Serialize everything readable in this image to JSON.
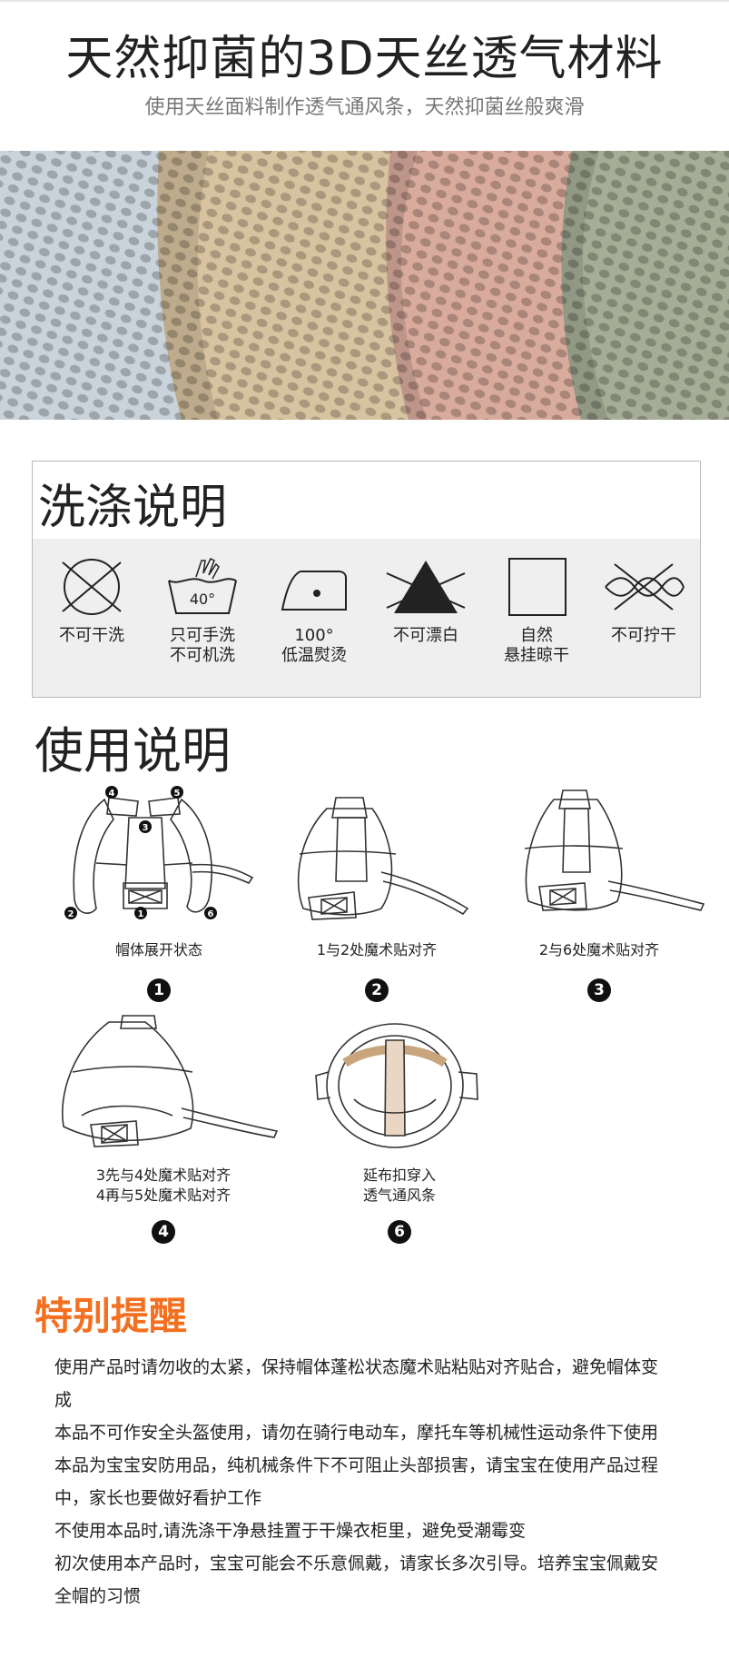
{
  "header": {
    "title": "天然抑菌的3D天丝透气材料",
    "subtitle": "使用天丝面料制作透气通风条，天然抑菌丝般爽滑"
  },
  "fabric": {
    "colors": [
      "#c9d3db",
      "#d8c3a0",
      "#d9ab9c",
      "#a6ad96"
    ]
  },
  "washing": {
    "title": "洗涤说明",
    "items": [
      {
        "icon": "no-dry-clean-icon",
        "label": "不可干洗"
      },
      {
        "icon": "hand-wash-40-icon",
        "label": "只可手洗\n不可机洗",
        "temp": "40°"
      },
      {
        "icon": "iron-low-icon",
        "label": "100°\n低温熨烫"
      },
      {
        "icon": "no-bleach-icon",
        "label": "不可漂白"
      },
      {
        "icon": "hang-dry-icon",
        "label": "自然\n悬挂晾干"
      },
      {
        "icon": "no-wring-icon",
        "label": "不可拧干"
      }
    ]
  },
  "usage": {
    "title": "使用说明",
    "steps": [
      {
        "caption": "帽体展开状态",
        "number": "1",
        "markers": [
          "1",
          "2",
          "3",
          "4",
          "5",
          "6"
        ]
      },
      {
        "caption": "1与2处魔术贴对齐",
        "number": "2"
      },
      {
        "caption": "2与6处魔术贴对齐",
        "number": "3"
      },
      {
        "caption": "3先与4处魔术贴对齐\n4再与5处魔术贴对齐",
        "number": "4"
      },
      {
        "caption": "延布扣穿入\n透气通风条",
        "number": "6"
      }
    ]
  },
  "tips": {
    "title": "特别提醒",
    "lines": [
      "使用产品时请勿收的太紧，保持帽体蓬松状态魔术贴粘贴对齐贴合，避免帽体变成",
      "本品不可作安全头盔使用，请勿在骑行电动车，摩托车等机械性运动条件下使用",
      "本品为宝宝安防用品，纯机械条件下不可阻止头部损害，请宝宝在使用产品过程中，家长也要做好看护工作",
      "不使用本品时,请洗涤干净悬挂置于干燥衣柜里，避免受潮霉变",
      "初次使用本产品时，宝宝可能会不乐意佩戴，请家长多次引导。培养宝宝佩戴安全帽的习惯"
    ],
    "accent_color": "#f37021"
  }
}
